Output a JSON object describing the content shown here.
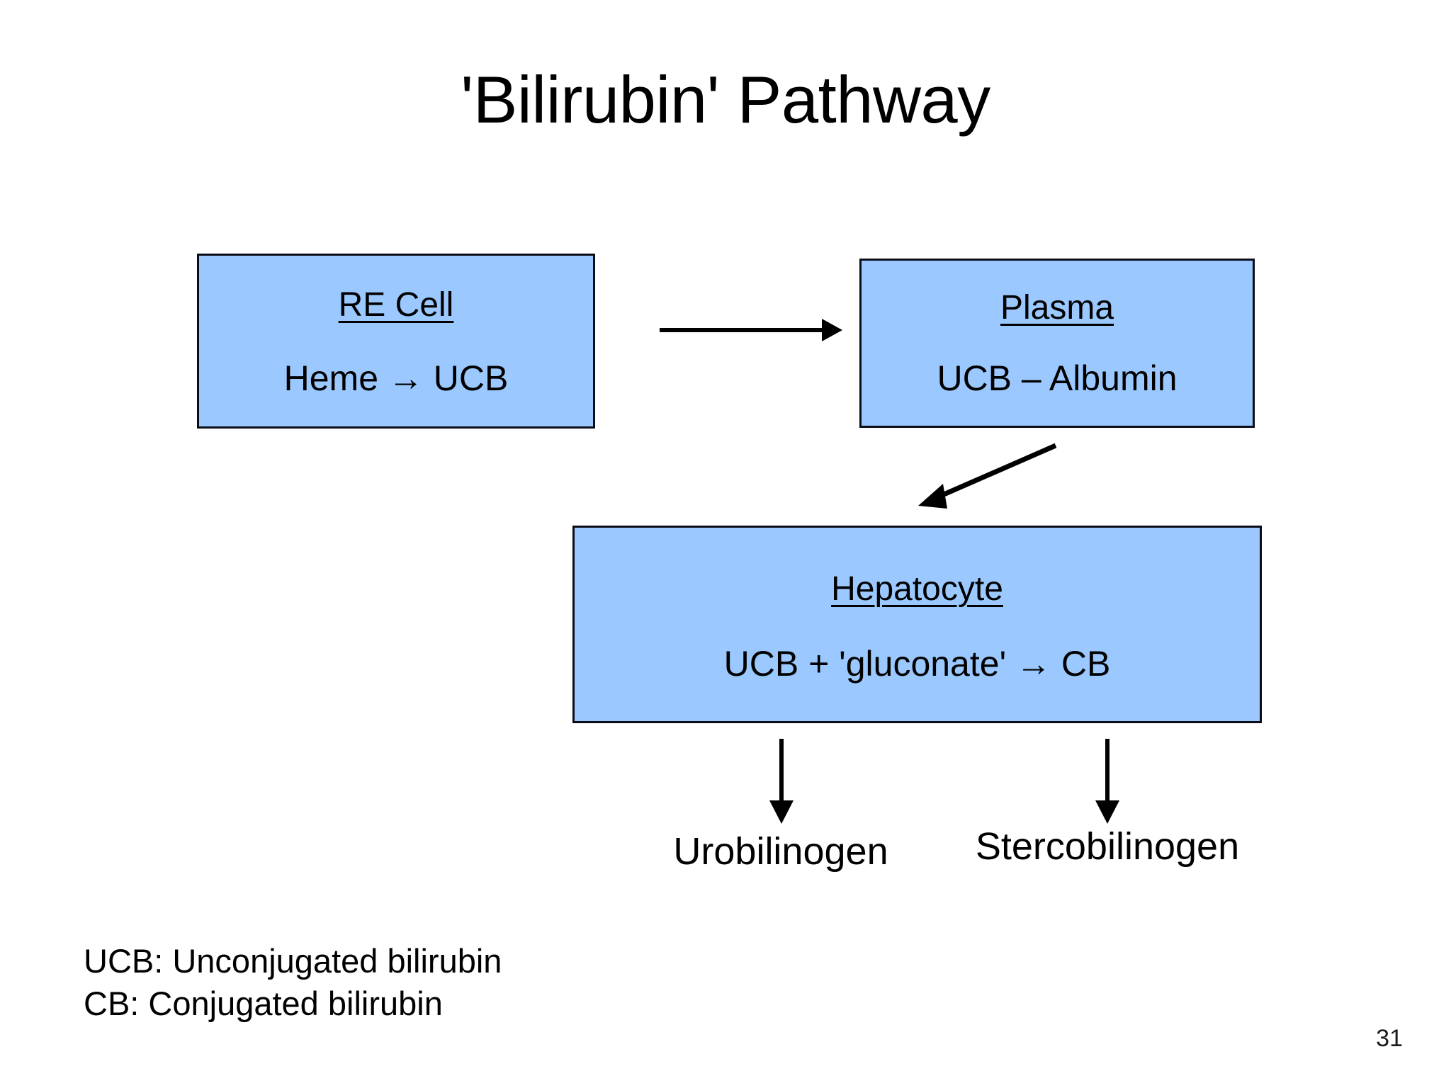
{
  "slide": {
    "title": "'Bilirubin' Pathway",
    "page_number": "31",
    "background_color": "#ffffff",
    "node_fill_color": "#9BC9FF",
    "node_border_color": "#0b0d17",
    "text_color": "#000000"
  },
  "diagram": {
    "type": "flowchart",
    "nodes": [
      {
        "id": "re-cell",
        "heading": "RE Cell",
        "body": "Heme → UCB"
      },
      {
        "id": "plasma",
        "heading": "Plasma",
        "body": "UCB – Albumin"
      },
      {
        "id": "hepatocyte",
        "heading": "Hepatocyte",
        "body": "UCB + 'gluconate' → CB"
      }
    ],
    "products": [
      {
        "id": "urobilinogen",
        "label": "Urobilinogen"
      },
      {
        "id": "stercobilinogen",
        "label": "Stercobilinogen"
      }
    ],
    "edges": [
      {
        "from": "re-cell",
        "to": "plasma",
        "direction": "right"
      },
      {
        "from": "plasma",
        "to": "hepatocyte",
        "direction": "down-left"
      },
      {
        "from": "hepatocyte",
        "to": "urobilinogen",
        "direction": "down"
      },
      {
        "from": "hepatocyte",
        "to": "stercobilinogen",
        "direction": "down"
      }
    ]
  },
  "legend": {
    "lines": [
      "UCB: Unconjugated bilirubin",
      "CB: Conjugated bilirubin"
    ]
  }
}
